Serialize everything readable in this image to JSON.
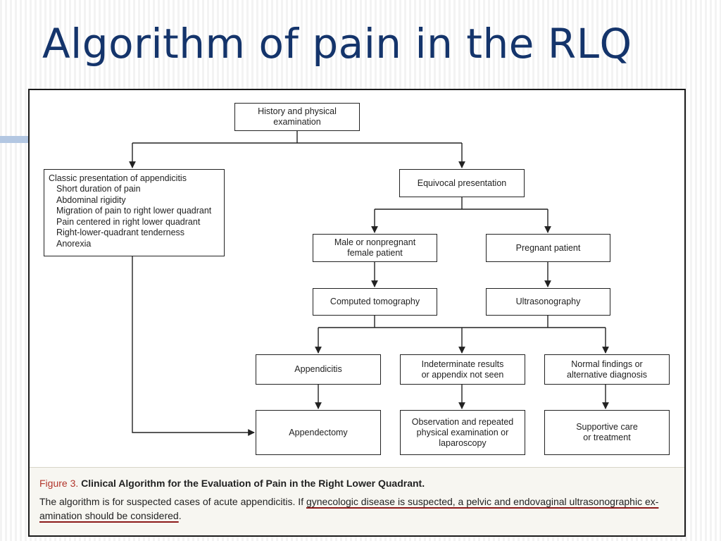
{
  "slide": {
    "title": "Algorithm of pain in the RLQ"
  },
  "colors": {
    "title": "#14346b",
    "accent_bar": "#b3c7e2",
    "figure_label": "#b2352b",
    "underline": "#8b1a1a",
    "caption_bg": "#f7f6f1"
  },
  "flowchart": {
    "history": [
      "History and physical",
      "examination"
    ],
    "classic": {
      "heading": "Classic presentation of appendicitis",
      "items": [
        "Short duration of pain",
        "Abdominal rigidity",
        "Migration of pain to right lower quadrant",
        "Pain centered in right lower quadrant",
        "Right-lower-quadrant tenderness",
        "Anorexia"
      ]
    },
    "equivocal": "Equivocal presentation",
    "male": [
      "Male or nonpregnant",
      "female patient"
    ],
    "pregnant": "Pregnant patient",
    "ct": "Computed tomography",
    "us": "Ultrasonography",
    "appendicitis": "Appendicitis",
    "indeterminate": [
      "Indeterminate results",
      "or appendix not seen"
    ],
    "normal": [
      "Normal findings or",
      "alternative diagnosis"
    ],
    "appendectomy": "Appendectomy",
    "observation": [
      "Observation and repeated",
      "physical examination or",
      "laparoscopy"
    ],
    "supportive": [
      "Supportive care",
      "or treatment"
    ],
    "edges": [
      [
        "history",
        "classic"
      ],
      [
        "history",
        "equivocal"
      ],
      [
        "equivocal",
        "male"
      ],
      [
        "equivocal",
        "pregnant"
      ],
      [
        "male",
        "ct"
      ],
      [
        "pregnant",
        "us"
      ],
      [
        "ct",
        "appendicitis"
      ],
      [
        "ct",
        "indeterminate"
      ],
      [
        "ct",
        "normal"
      ],
      [
        "us",
        "appendicitis"
      ],
      [
        "us",
        "indeterminate"
      ],
      [
        "us",
        "normal"
      ],
      [
        "appendicitis",
        "appendectomy"
      ],
      [
        "indeterminate",
        "observation"
      ],
      [
        "normal",
        "supportive"
      ],
      [
        "classic",
        "appendectomy"
      ]
    ]
  },
  "caption": {
    "label": "Figure 3.",
    "title": "Clinical Algorithm for the Evaluation of Pain in the Right Lower Quadrant.",
    "text_plain": "The algorithm is for suspected cases of acute appendicitis. If ",
    "text_underlined": "gynecologic disease is suspected, a pelvic and endovaginal ultrasonographic ex-amination should be considered",
    "text_end": "."
  }
}
